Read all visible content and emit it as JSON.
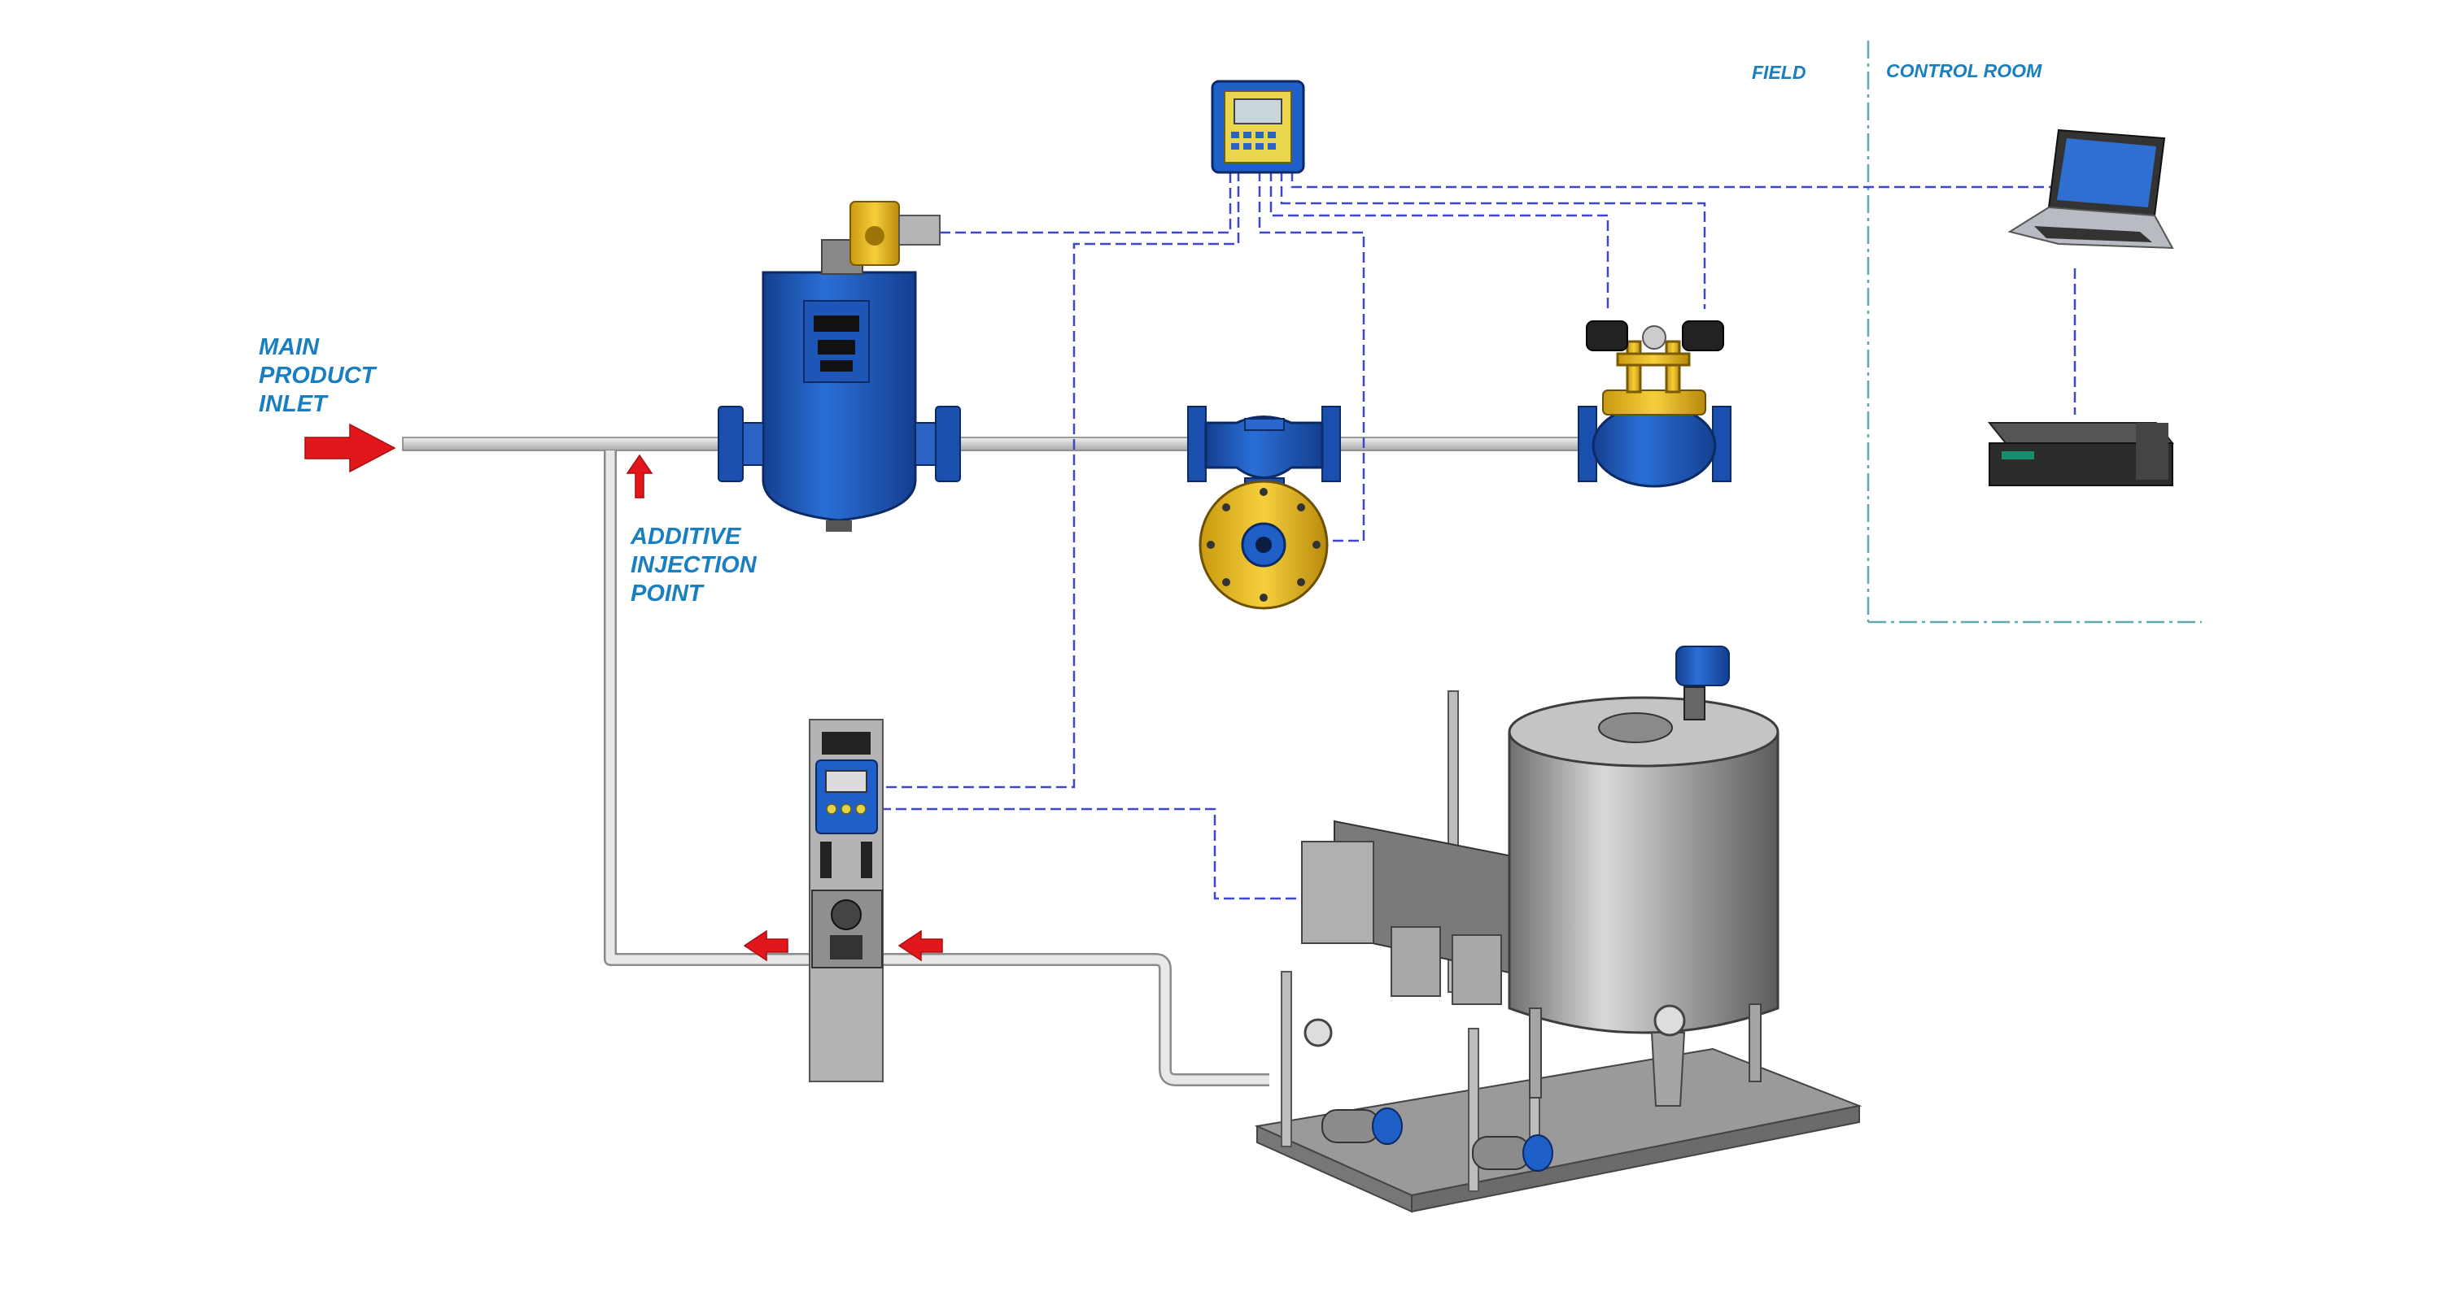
{
  "labels": {
    "main_inlet": "MAIN\nPRODUCT\nINLET",
    "additive_point": "ADDITIVE\nINJECTION\nPOINT",
    "field": "FIELD",
    "control_room": "CONTROL ROOM"
  },
  "colors": {
    "label_blue": "#1a7fc1",
    "signal_line": "#3d48c9",
    "zone_divider": "#5fa9b0",
    "flow_arrow": "#e1171b",
    "equipment_blue": "#1f5fc8",
    "pipe": "#c8c8c8"
  },
  "equipment": [
    {
      "name": "strainer-air-eliminator",
      "icon": "vessel-icon"
    },
    {
      "name": "solenoid-actuator",
      "icon": "solenoid-icon"
    },
    {
      "name": "flow-meter",
      "icon": "meter-icon"
    },
    {
      "name": "control-valve",
      "icon": "valve-icon"
    },
    {
      "name": "batch-controller",
      "icon": "controller-icon"
    },
    {
      "name": "additive-injector-panel",
      "icon": "injector-icon"
    },
    {
      "name": "additive-skid-tank",
      "icon": "tank-icon"
    },
    {
      "name": "laptop",
      "icon": "laptop-icon"
    },
    {
      "name": "printer",
      "icon": "printer-icon"
    }
  ]
}
